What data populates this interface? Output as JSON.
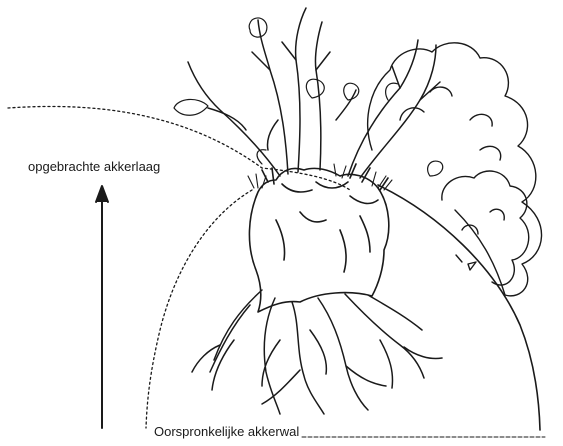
{
  "labels": {
    "applied_layer": "opgebrachte akkerlaag",
    "original_bank": "Oorspronkelijke akkerwal"
  },
  "colors": {
    "ink": "#1a1a1a",
    "background": "#ffffff"
  },
  "icons": {
    "arrow": "upward-arrow"
  }
}
